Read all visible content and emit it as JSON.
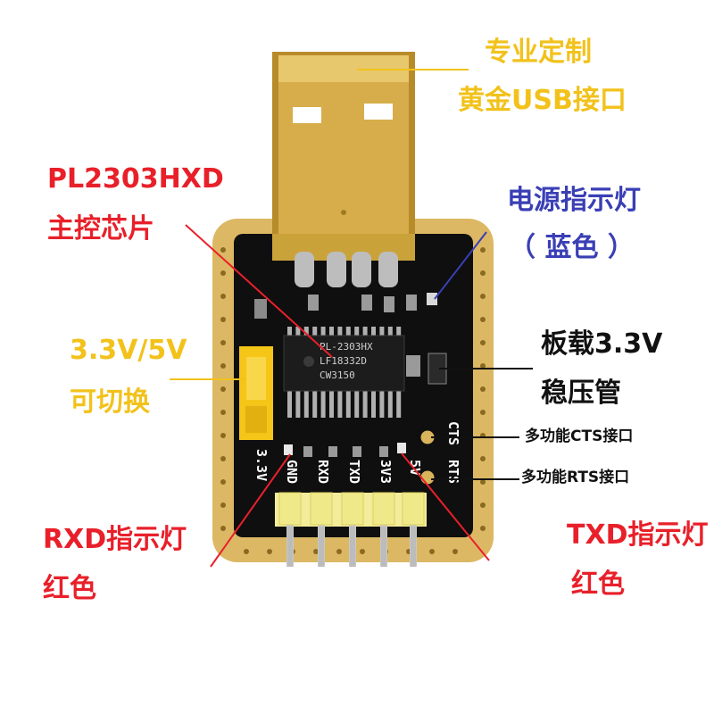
{
  "board": {
    "chip_marking": [
      "PL-2303HX",
      "LF18332D",
      "CW3150"
    ],
    "pin_labels": [
      "GND",
      "RXD",
      "TXD",
      "3V3",
      "5V"
    ],
    "side_labels": [
      "CTS",
      "RTS"
    ],
    "jumper_label": "3.3V",
    "colors": {
      "pcb": "#111111",
      "edge": "#d9b45a",
      "usb": "#c9a23a",
      "jumper": "#f5c518"
    }
  },
  "labels": {
    "usb_line1": "专业定制",
    "usb_line2": "黄金USB接口",
    "chip_line1": "PL2303HXD",
    "chip_line2": "主控芯片",
    "power_line1": "电源指示灯",
    "power_line2": "（ 蓝色 ）",
    "switch_line1": "3.3V/5V",
    "switch_line2": "可切换",
    "regulator_line1": "板载3.3V",
    "regulator_line2": "稳压管",
    "cts": "多功能CTS接口",
    "rts": "多功能RTS接口",
    "rxd_line1": "RXD指示灯",
    "rxd_line2": "红色",
    "txd_line1": "TXD指示灯",
    "txd_line2": "红色"
  }
}
